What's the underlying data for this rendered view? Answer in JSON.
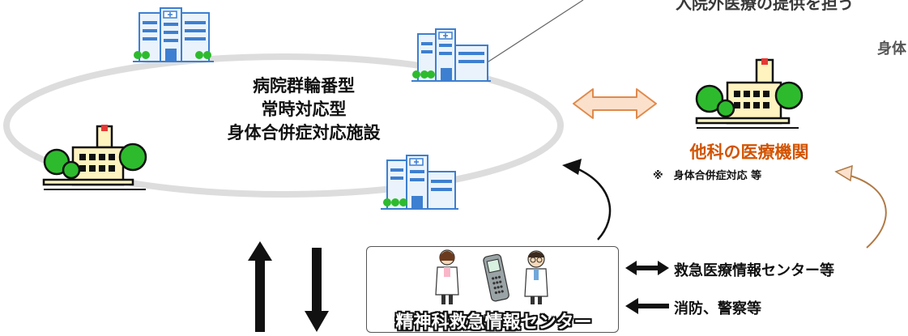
{
  "top_text": "入院外医療の提供を担う",
  "top_text2": "身体",
  "ring": {
    "line1": "病院群輪番型",
    "line2": "常時対応型",
    "line3": "身体合併症対応施設"
  },
  "other_facility": {
    "title": "他科の医療機関",
    "note": "※　身体合併症対応 等"
  },
  "center": {
    "title": "精神科救急情報センター"
  },
  "right_labels": {
    "emergency_info": "救急医療情報センター等",
    "fire_police": "消防、警察等"
  },
  "colors": {
    "ring": "#dddddd",
    "orange_title": "#d35400",
    "double_arrow_fill": "#fbe1cc",
    "double_arrow_stroke": "#e08a4c",
    "curved_arrow_brown": "#b07a45",
    "hospital_blue": "#3d7fd0",
    "hospital_light": "#eaf3fb",
    "tree_green": "#2dbb2d",
    "building_cream": "#fff3c0"
  }
}
